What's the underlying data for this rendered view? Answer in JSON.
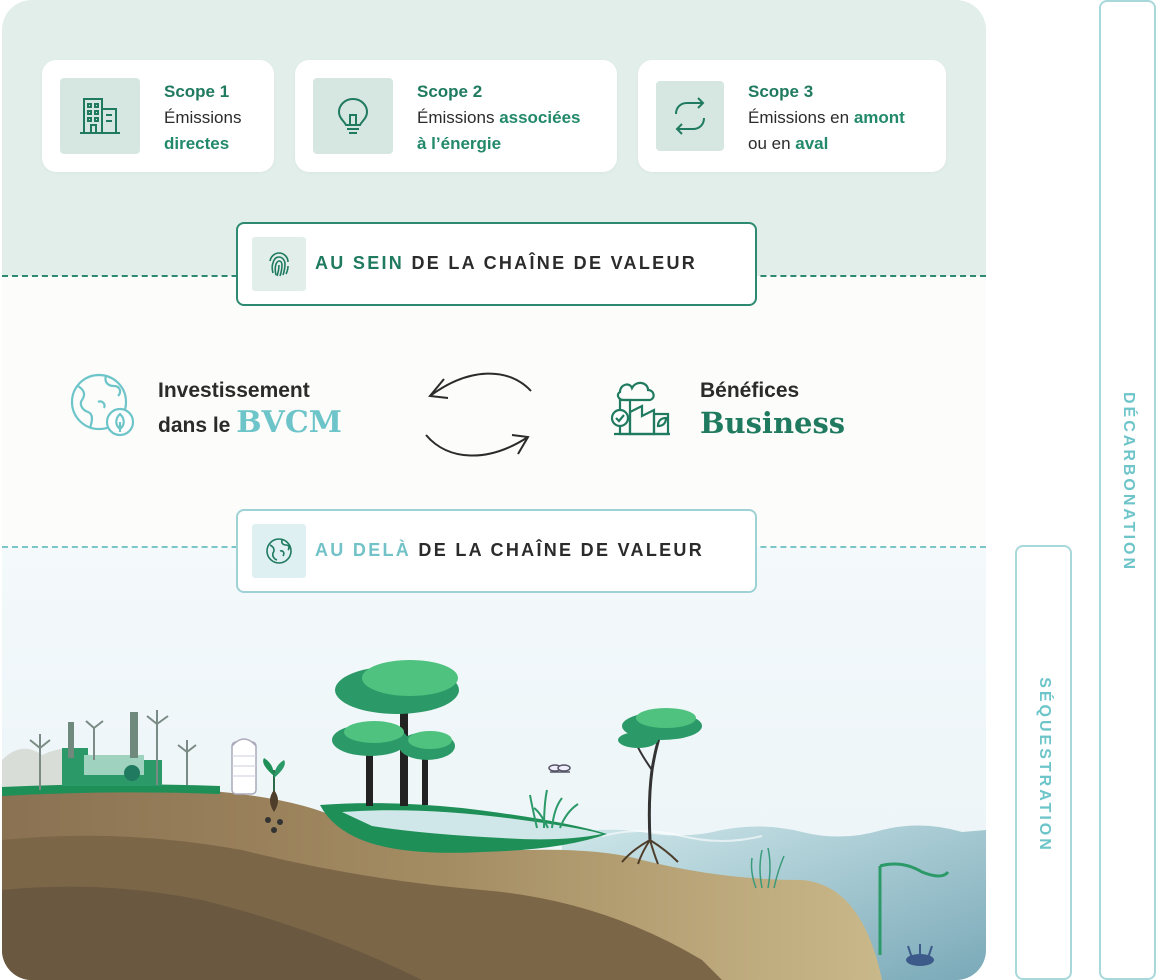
{
  "scopes": [
    {
      "title": "Scope 1",
      "line1_plain": "Émissions",
      "line2_hl": "directes",
      "icon": "building-icon"
    },
    {
      "title": "Scope 2",
      "line1_plain": "Émissions ",
      "line1_hl": "associées",
      "line2_hl": "à l’énergie",
      "icon": "lightbulb-icon"
    },
    {
      "title": "Scope 3",
      "line1_plain": "Émissions en ",
      "line1_hl": "amont",
      "line2_plain": "ou en ",
      "line2_hl": "aval",
      "icon": "cycle-arrows-icon"
    }
  ],
  "band_within": {
    "accent": "AU SEIN",
    "rest": "DE LA CHAÎNE DE VALEUR",
    "icon": "fingerprint-icon"
  },
  "band_beyond": {
    "accent": "AU DELÀ",
    "rest": "DE LA CHAÎNE DE VALEUR",
    "icon": "globe-icon"
  },
  "investment": {
    "line1": "Investissement",
    "line2_plain": "dans le ",
    "line2_hl": "BVCM",
    "icon": "globe-leaf-icon"
  },
  "benefits": {
    "line1": "Bénéfices",
    "line2": "Business",
    "icon": "factory-check-icon"
  },
  "side_labels": {
    "decarbonation": "DÉCARBONATION",
    "sequestration": "SÉQUESTRATION"
  },
  "colors": {
    "dark_green": "#1f7a5f",
    "teal": "#6dc5c9",
    "mint_bg": "#e2eee9"
  }
}
